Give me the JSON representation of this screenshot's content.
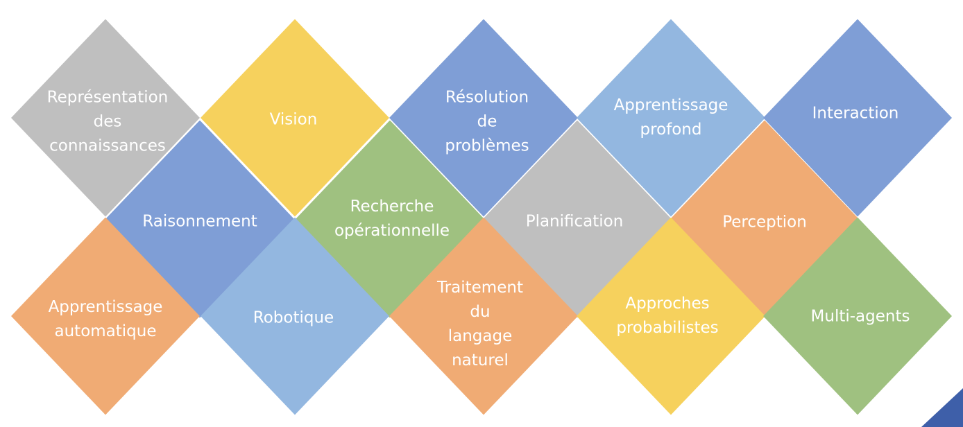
{
  "colors": {
    "gray": "#bfbfbf",
    "yellow": "#f6d15d",
    "blue": "#7f9ed6",
    "light_blue": "#93b7e0",
    "green": "#9fc180",
    "orange": "#f0ab74",
    "accent": "#3e5fa9"
  },
  "tiles": [
    {
      "id": "representation-des-connaissances",
      "lines": [
        "Représentation",
        "des",
        "connaissances"
      ],
      "color": "gray"
    },
    {
      "id": "vision",
      "lines": [
        "Vision"
      ],
      "color": "yellow"
    },
    {
      "id": "resolution-de-problemes",
      "lines": [
        "Résolution",
        "de",
        "problèmes"
      ],
      "color": "blue"
    },
    {
      "id": "apprentissage-profond",
      "lines": [
        "Apprentissage",
        "profond"
      ],
      "color": "light_blue"
    },
    {
      "id": "interaction",
      "lines": [
        "Interaction"
      ],
      "color": "blue"
    },
    {
      "id": "raisonnement",
      "lines": [
        "Raisonnement"
      ],
      "color": "blue"
    },
    {
      "id": "recherche-operationnelle",
      "lines": [
        "Recherche",
        "opérationnelle"
      ],
      "color": "green"
    },
    {
      "id": "planification",
      "lines": [
        "Planification"
      ],
      "color": "gray"
    },
    {
      "id": "perception",
      "lines": [
        "Perception"
      ],
      "color": "orange"
    },
    {
      "id": "apprentissage-automatique",
      "lines": [
        "Apprentissage",
        "automatique"
      ],
      "color": "orange"
    },
    {
      "id": "robotique",
      "lines": [
        "Robotique"
      ],
      "color": "light_blue"
    },
    {
      "id": "traitement-du-langage-naturel",
      "lines": [
        "Traitement",
        "du",
        "langage",
        "naturel"
      ],
      "color": "orange"
    },
    {
      "id": "approches-probabilistes",
      "lines": [
        "Approches",
        "probabilistes"
      ],
      "color": "yellow"
    },
    {
      "id": "multi-agents",
      "lines": [
        "Multi-agents"
      ],
      "color": "green"
    }
  ]
}
